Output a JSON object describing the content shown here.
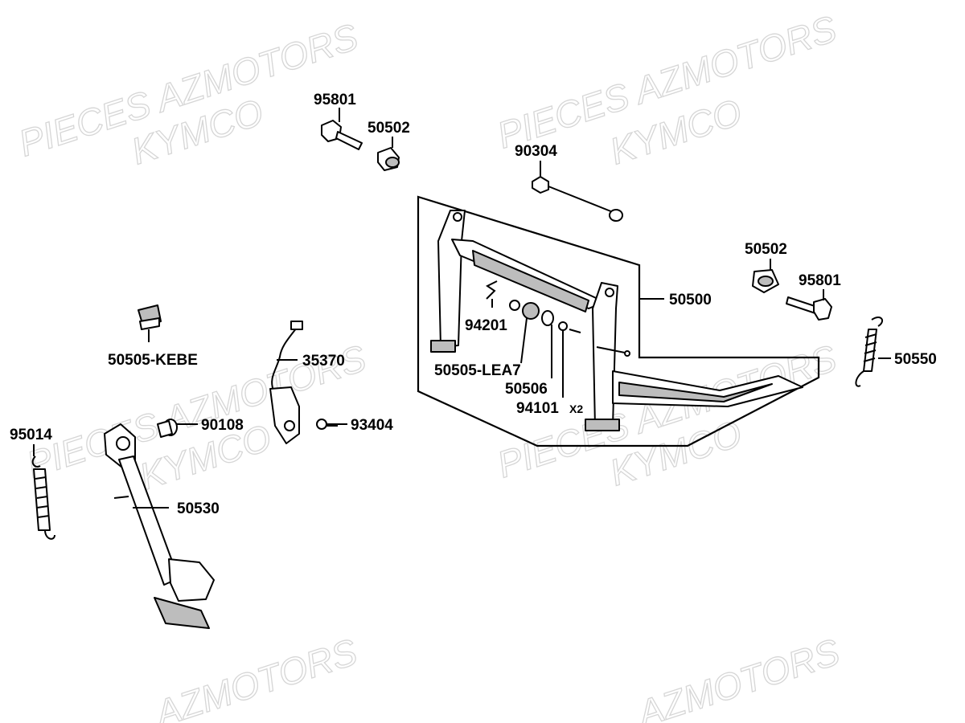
{
  "watermark": {
    "brand": "PIECES AZMOTORS",
    "make": "KYMCO",
    "partial": "AZMOTORS"
  },
  "parts": {
    "p95801_top": "95801",
    "p50502_top": "50502",
    "p90304": "90304",
    "p50502_right": "50502",
    "p95801_right": "95801",
    "p50500": "50500",
    "p50550": "50550",
    "p94201": "94201",
    "p50505_lea7": "50505-LEA7",
    "p50506": "50506",
    "p94101": "94101",
    "p94101_qty": "X2",
    "p50505_kebe": "50505-KEBE",
    "p35370": "35370",
    "p95014": "95014",
    "p90108": "90108",
    "p93404": "93404",
    "p50530": "50530"
  }
}
